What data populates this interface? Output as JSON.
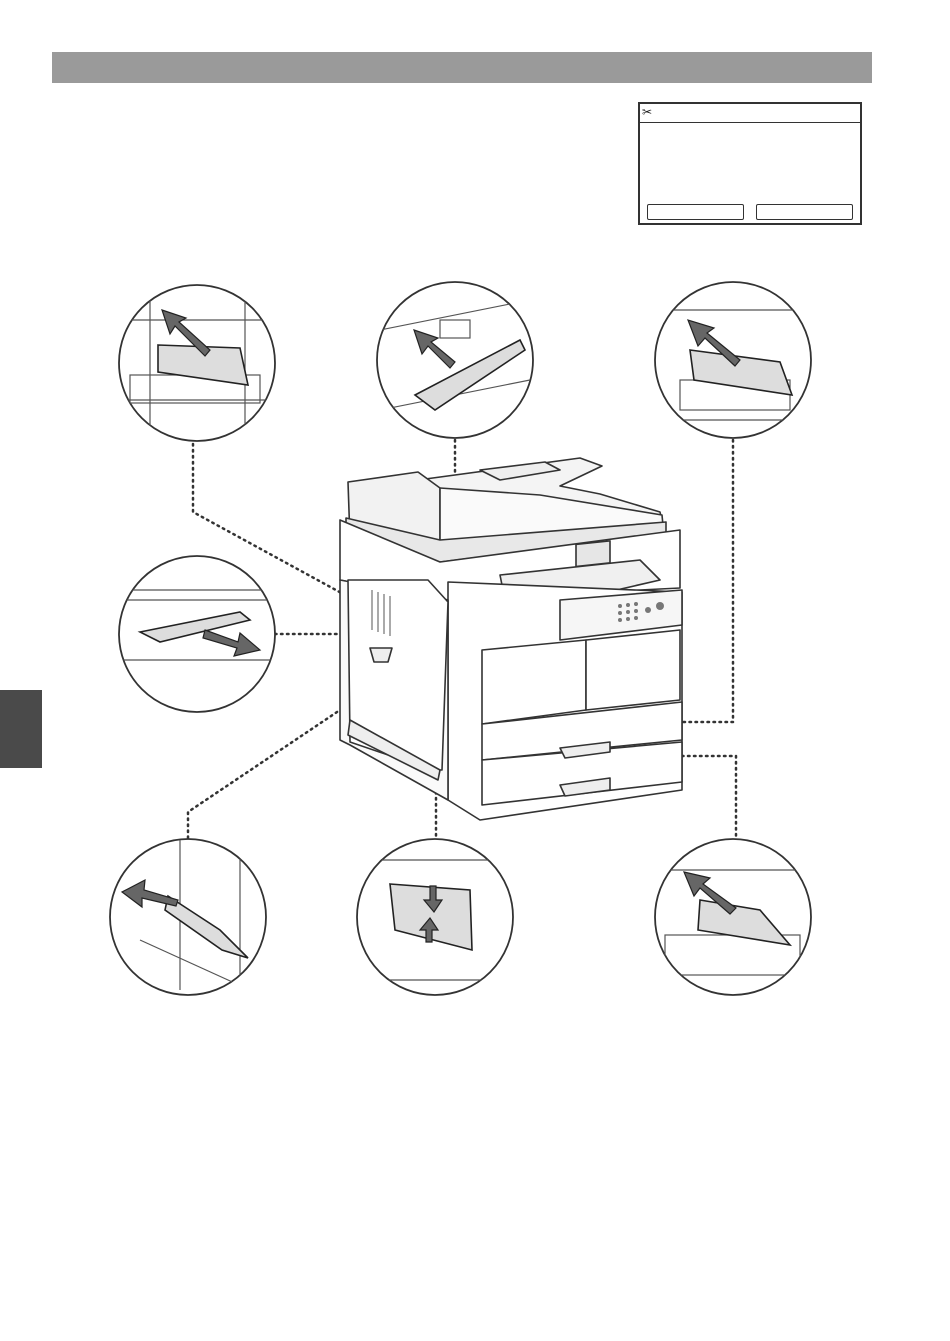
{
  "page": {
    "header_color": "#9a9a9a",
    "side_tab_color": "#4a4a4a"
  },
  "lcd": {
    "icon": "paper-jam-icon",
    "buttons": [
      "",
      ""
    ]
  },
  "callouts": [
    {
      "name": "callout-upper-left",
      "icon": "arrow-up-left-icon"
    },
    {
      "name": "callout-feeder",
      "icon": "arrow-up-left-icon"
    },
    {
      "name": "callout-upper-right",
      "icon": "arrow-up-left-icon"
    },
    {
      "name": "callout-middle-left",
      "icon": "arrow-right-icon"
    },
    {
      "name": "callout-bottom-left",
      "icon": "arrow-left-icon"
    },
    {
      "name": "callout-bottom-center",
      "icon": "arrow-updown-icon"
    },
    {
      "name": "callout-bottom-right",
      "icon": "arrow-up-left-icon"
    }
  ]
}
